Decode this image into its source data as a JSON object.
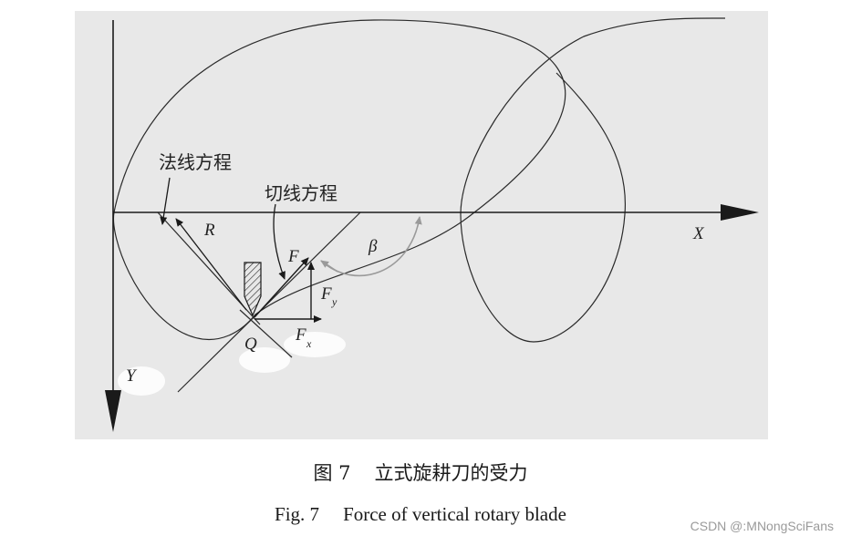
{
  "diagram": {
    "labels": {
      "normal_eq": "法线方程",
      "tangent_eq": "切线方程",
      "R": "R",
      "F": "F",
      "Fy_main": "F",
      "Fy_sub": "y",
      "Fx_main": "F",
      "Fx_sub": "x",
      "Q": "Q",
      "beta": "β",
      "X": "X",
      "Y": "Y"
    },
    "colors": {
      "background": "#e8e8e8",
      "line": "#2a2a2a",
      "beta_arc": "#9a9a9a"
    }
  },
  "caption": {
    "cn_num": "图 7",
    "cn_text": "立式旋耕刀的受力",
    "en_num": "Fig. 7",
    "en_text": "Force of vertical rotary blade"
  },
  "watermark": "CSDN @:MNongSciFans"
}
